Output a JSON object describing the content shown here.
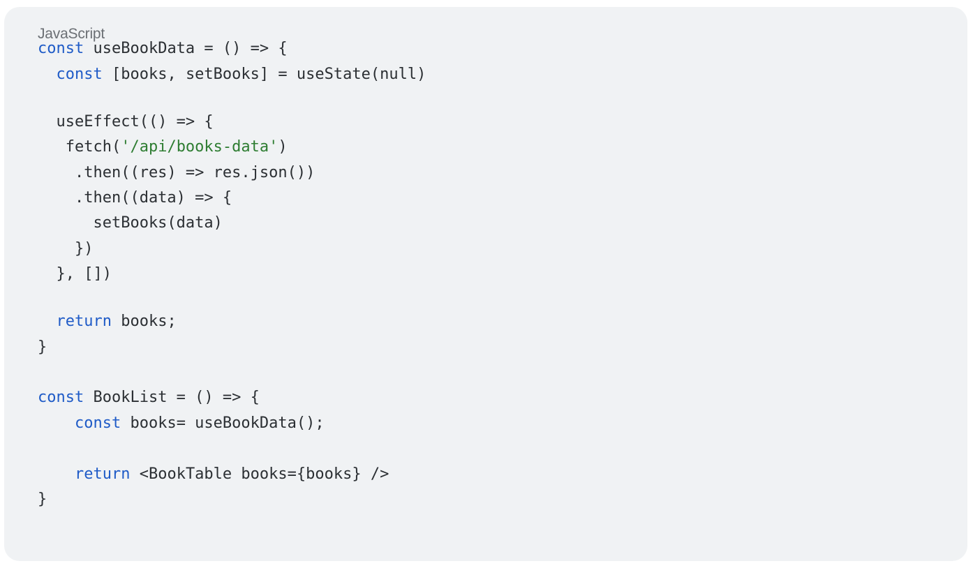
{
  "header": {
    "language_label": "JavaScript"
  },
  "colors": {
    "card_background": "#f0f2f4",
    "keyword": "#1f5bc7",
    "string": "#2e7d32",
    "text": "#2b2f33",
    "label": "#6b6f74"
  },
  "code": {
    "lines": [
      {
        "tokens": [
          {
            "t": "kw",
            "v": "const"
          },
          {
            "t": "plain",
            "v": " useBookData = () => {"
          }
        ]
      },
      {
        "tokens": [
          {
            "t": "plain",
            "v": "  "
          },
          {
            "t": "kw",
            "v": "const"
          },
          {
            "t": "plain",
            "v": " [books, setBooks] = useState(null)"
          }
        ]
      },
      {
        "tokens": []
      },
      {
        "tokens": [
          {
            "t": "plain",
            "v": "  useEffect(() => {"
          }
        ]
      },
      {
        "tokens": [
          {
            "t": "plain",
            "v": "   fetch("
          },
          {
            "t": "str",
            "v": "'/api/books-data'"
          },
          {
            "t": "plain",
            "v": ")"
          }
        ]
      },
      {
        "tokens": [
          {
            "t": "plain",
            "v": "    .then((res) => res.json())"
          }
        ]
      },
      {
        "tokens": [
          {
            "t": "plain",
            "v": "    .then((data) => {"
          }
        ]
      },
      {
        "tokens": [
          {
            "t": "plain",
            "v": "      setBooks(data)"
          }
        ]
      },
      {
        "tokens": [
          {
            "t": "plain",
            "v": "    })"
          }
        ]
      },
      {
        "tokens": [
          {
            "t": "plain",
            "v": "  }, [])"
          }
        ]
      },
      {
        "tokens": []
      },
      {
        "tokens": [
          {
            "t": "plain",
            "v": "  "
          },
          {
            "t": "kw",
            "v": "return"
          },
          {
            "t": "plain",
            "v": " books;"
          }
        ]
      },
      {
        "tokens": [
          {
            "t": "plain",
            "v": "}"
          }
        ]
      },
      {
        "tokens": []
      },
      {
        "tokens": [
          {
            "t": "kw",
            "v": "const"
          },
          {
            "t": "plain",
            "v": " BookList = () => {"
          }
        ]
      },
      {
        "tokens": [
          {
            "t": "plain",
            "v": "    "
          },
          {
            "t": "kw",
            "v": "const"
          },
          {
            "t": "plain",
            "v": " books= useBookData();"
          }
        ]
      },
      {
        "tokens": []
      },
      {
        "tokens": [
          {
            "t": "plain",
            "v": "    "
          },
          {
            "t": "kw",
            "v": "return"
          },
          {
            "t": "plain",
            "v": " <BookTable books={books} />"
          }
        ]
      },
      {
        "tokens": [
          {
            "t": "plain",
            "v": "}"
          }
        ]
      }
    ]
  }
}
